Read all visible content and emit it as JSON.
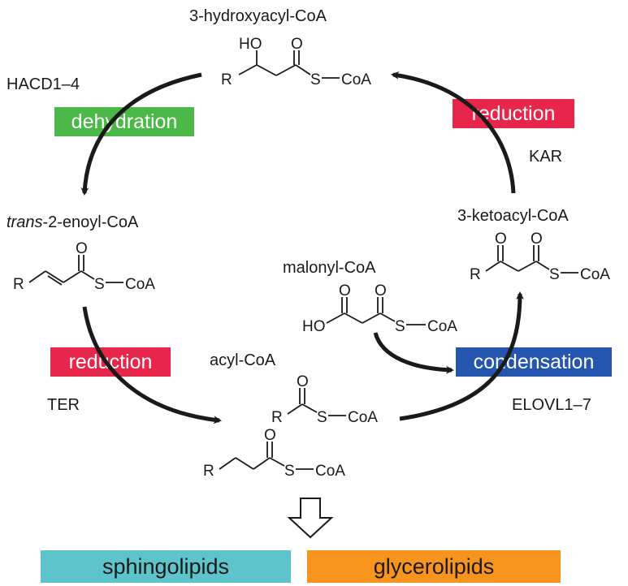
{
  "labels": {
    "hydroxyacyl": "3-hydroxyacyl-CoA",
    "enoyl_italic": "trans",
    "enoyl_rest": "-2-enoyl-CoA",
    "ketoacyl": "3-ketoacyl-CoA",
    "malonyl": "malonyl-CoA",
    "acyl": "acyl-CoA"
  },
  "enzymes": {
    "hacd": "HACD1–4",
    "kar": "KAR",
    "ter": "TER",
    "elovl": "ELOVL1–7"
  },
  "steps": {
    "dehydration": "dehydration",
    "reduction_top": "reduction",
    "reduction_left": "reduction",
    "condensation": "condensation"
  },
  "products": {
    "sphingolipids": "sphingolipids",
    "glycerolipids": "glycerolipids"
  },
  "atoms": {
    "R": "R",
    "O": "O",
    "HO": "HO",
    "S": "S",
    "CoA": "CoA"
  },
  "colors": {
    "dehydration": "#4cb848",
    "reduction": "#e8254a",
    "condensation": "#2456b0",
    "sphingolipids": "#5ec4cc",
    "glycerolipids": "#f7941d"
  }
}
